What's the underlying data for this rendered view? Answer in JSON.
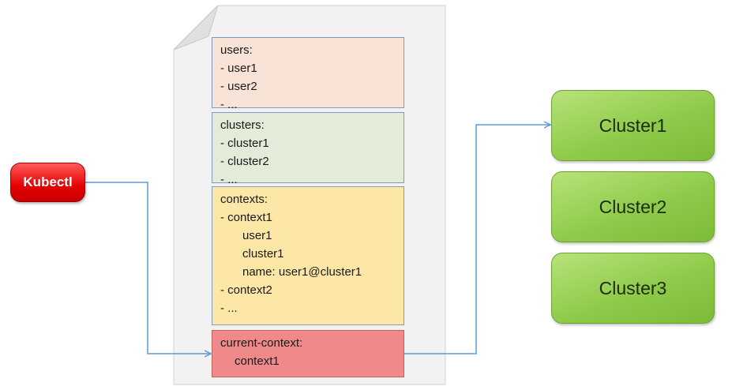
{
  "kubectl": {
    "label": "Kubectl"
  },
  "config": {
    "users": [
      "users:",
      "- user1",
      "- user2",
      "- ..."
    ],
    "clusters": [
      "clusters:",
      "- cluster1",
      "- cluster2",
      "- ..."
    ],
    "contexts": {
      "header": "contexts:",
      "context1": "- context1",
      "context1_user": "user1",
      "context1_cluster": "cluster1",
      "context1_name": "name: user1@cluster1",
      "context2": "- context2",
      "more": "- ..."
    },
    "current_context": {
      "header": "current-context:",
      "value": "context1"
    }
  },
  "clusters": [
    "Cluster1",
    "Cluster2",
    "Cluster3"
  ],
  "colors": {
    "arrow": "#5b9bd5",
    "kubectl": "#e50000",
    "cluster": "#8fcb4a",
    "users_bg": "#f9e2d6",
    "clusters_bg": "#e3ecd9",
    "contexts_bg": "#fde7a6",
    "current_bg": "#f08a8a"
  }
}
